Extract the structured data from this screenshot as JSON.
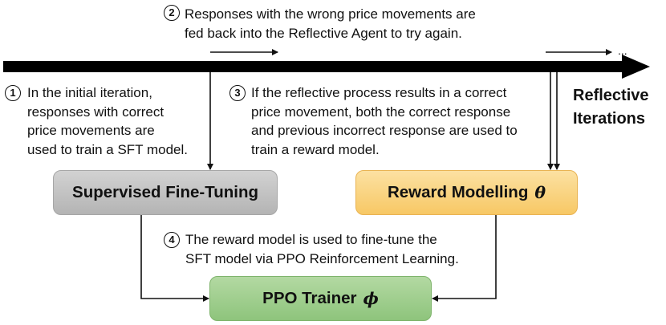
{
  "timeline": {
    "label_line1": "Reflective",
    "label_line2": "Iterations",
    "ellipsis": "..."
  },
  "steps": [
    {
      "number": "1",
      "lines": [
        "In the initial iteration,",
        "responses with correct",
        "price movements are",
        "used to train a SFT model."
      ]
    },
    {
      "number": "2",
      "lines": [
        "Responses with the wrong price movements are",
        "fed back into the Reflective Agent to try again."
      ]
    },
    {
      "number": "3",
      "lines": [
        "If the reflective process results in a correct",
        "price movement, both the correct response",
        "and previous incorrect response are used to",
        "train a reward model."
      ]
    },
    {
      "number": "4",
      "lines": [
        "The reward model is used to fine-tune the",
        "SFT model via PPO Reinforcement Learning."
      ]
    }
  ],
  "boxes": {
    "sft": {
      "label": "Supervised Fine-Tuning",
      "color": "#bfbfbf"
    },
    "reward": {
      "label": "Reward Modelling",
      "symbol": "θ",
      "color": "#f9d27a"
    },
    "ppo": {
      "label": "PPO Trainer",
      "symbol": "ϕ",
      "color": "#a2cf90"
    }
  }
}
